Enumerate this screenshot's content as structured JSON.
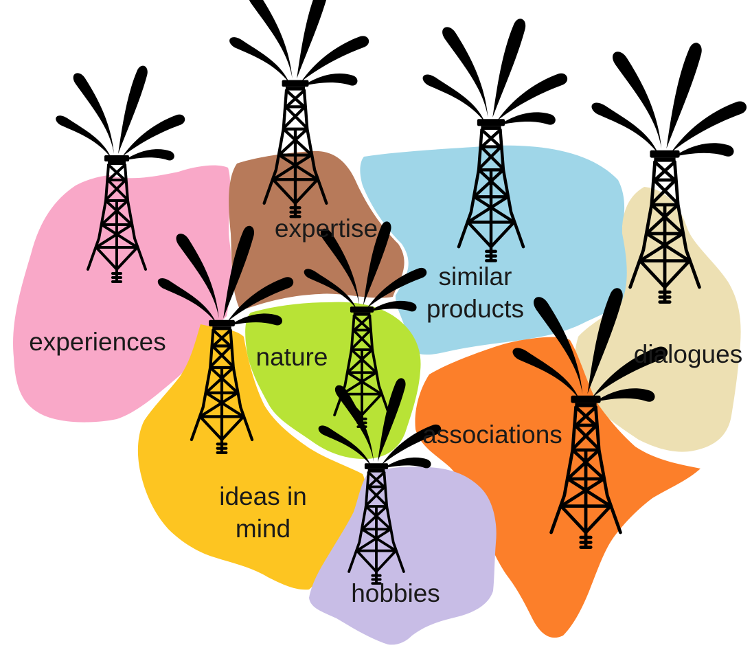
{
  "regions": [
    {
      "id": "experiences",
      "lines": [
        "experiences"
      ],
      "color": "#f9a8c8"
    },
    {
      "id": "expertise",
      "lines": [
        "expertise"
      ],
      "color": "#b77a5a"
    },
    {
      "id": "similar-products",
      "lines": [
        "similar",
        "products"
      ],
      "color": "#9fd6e8"
    },
    {
      "id": "dialogues",
      "lines": [
        "dialogues"
      ],
      "color": "#ede0b3"
    },
    {
      "id": "nature",
      "lines": [
        "nature"
      ],
      "color": "#b8e336"
    },
    {
      "id": "ideas-in-mind",
      "lines": [
        "ideas in",
        "mind"
      ],
      "color": "#fdc521"
    },
    {
      "id": "associations",
      "lines": [
        "associations"
      ],
      "color": "#fc7f2a"
    },
    {
      "id": "hobbies",
      "lines": [
        "hobbies"
      ],
      "color": "#c8bde6"
    }
  ],
  "wells": [
    {
      "id": "experiences-well"
    },
    {
      "id": "expertise-well"
    },
    {
      "id": "similar-products-well"
    },
    {
      "id": "dialogues-well"
    },
    {
      "id": "ideas-in-mind-well"
    },
    {
      "id": "nature-well"
    },
    {
      "id": "hobbies-well"
    },
    {
      "id": "associations-well"
    }
  ],
  "ink_color": "#000000"
}
